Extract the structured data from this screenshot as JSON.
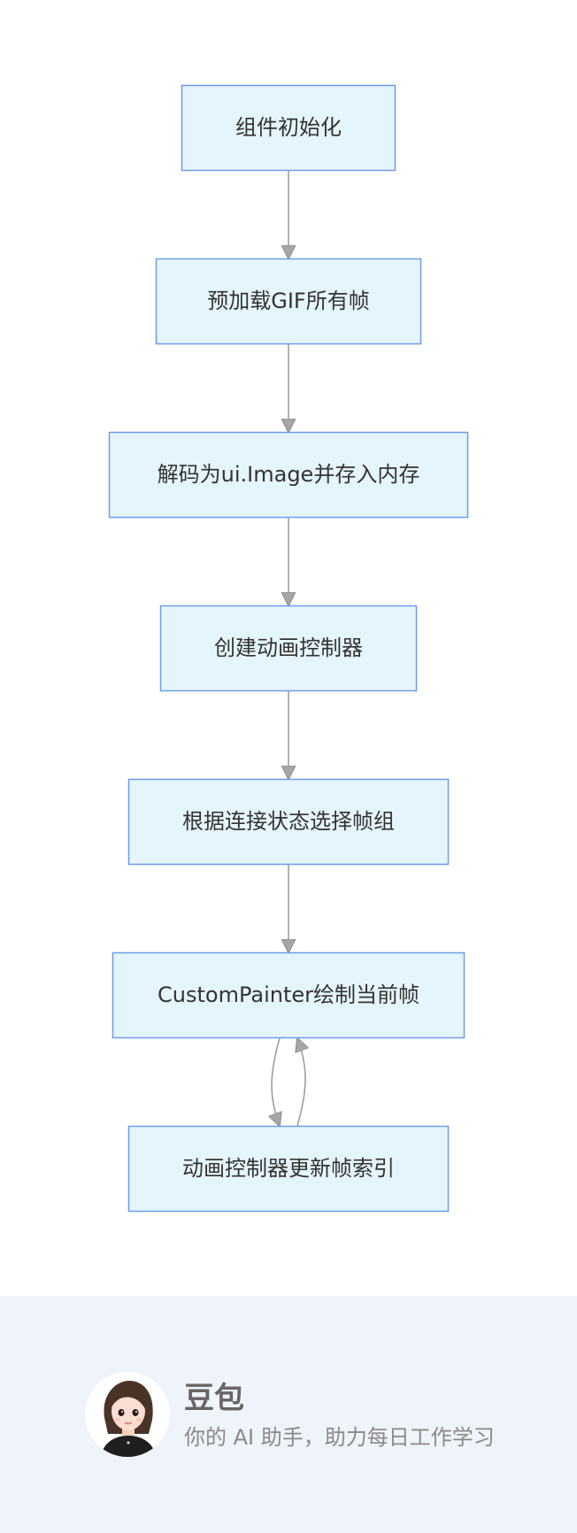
{
  "diagram": {
    "nodes": [
      {
        "id": "n1",
        "label": "组件初始化"
      },
      {
        "id": "n2",
        "label": "预加载GIF所有帧"
      },
      {
        "id": "n3",
        "label": "解码为ui.Image并存入内存"
      },
      {
        "id": "n4",
        "label": "创建动画控制器"
      },
      {
        "id": "n5",
        "label": "根据连接状态选择帧组"
      },
      {
        "id": "n6",
        "label": "CustomPainter绘制当前帧"
      },
      {
        "id": "n7",
        "label": "动画控制器更新帧索引"
      }
    ],
    "edges": [
      {
        "from": "n1",
        "to": "n2"
      },
      {
        "from": "n2",
        "to": "n3"
      },
      {
        "from": "n3",
        "to": "n4"
      },
      {
        "from": "n4",
        "to": "n5"
      },
      {
        "from": "n5",
        "to": "n6"
      },
      {
        "from": "n6",
        "to": "n7"
      },
      {
        "from": "n7",
        "to": "n6"
      }
    ],
    "colors": {
      "node_fill": "#e5f5fc",
      "node_stroke": "#6f9ce8",
      "edge": "#999999",
      "text": "#333333"
    }
  },
  "footer": {
    "brand_name": "豆包",
    "tagline": "你的 AI 助手，助力每日工作学习",
    "background": "#eff3fa"
  }
}
